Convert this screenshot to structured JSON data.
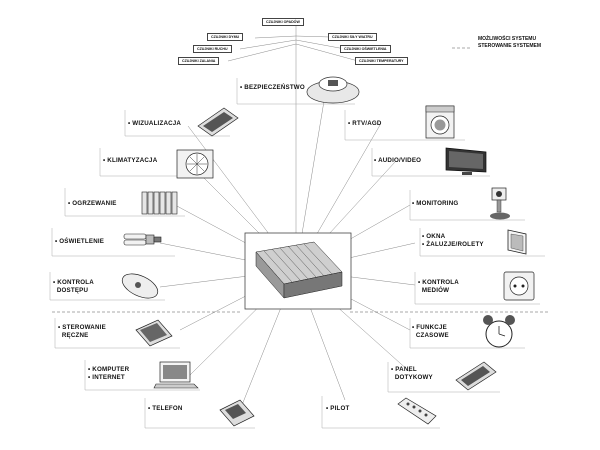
{
  "sensors": {
    "s1": "CZUJNIKI OPADÓW",
    "s2": "CZUJNIKI DYMU",
    "s3": "CZUJNIKI RUCHU",
    "s4": "CZUJNIKI ZALANIA",
    "s5": "CZUJNIKI SIŁY WIATRU",
    "s6": "CZUJNIKI OŚWIETLENIA",
    "s7": "CZUJNIKI TEMPERATURY"
  },
  "legend": {
    "line1": "MOŻLIWOŚCI SYSTEMU",
    "line2": "STEROWANIE SYSTEMEM"
  },
  "nodes": {
    "bezpieczenstwo": "BEZPIECZEŃSTWO",
    "wizualizacja": "WIZUALIZACJA",
    "klimatyzacja": "KLIMATYZACJA",
    "ogrzewanie": "OGRZEWANIE",
    "oswietlenie": "OŚWIETLENIE",
    "kontrola_dostepu_1": "KONTROLA",
    "kontrola_dostepu_2": "DOSTĘPU",
    "sterowanie_reczne_1": "STEROWANIE",
    "sterowanie_reczne_2": "RĘCZNE",
    "komputer": "KOMPUTER",
    "internet": "INTERNET",
    "telefon": "TELEFON",
    "rtv_agd": "RTV/AGD",
    "audio_video": "AUDIO/VIDEO",
    "monitoring": "MONITORING",
    "okna_1": "OKNA",
    "okna_2": "ŻALUZJE/ROLETY",
    "kontrola_mediow_1": "KONTROLA",
    "kontrola_mediow_2": "MEDIÓW",
    "funkcje_1": "FUNKCJE",
    "funkcje_2": "CZASOWE",
    "panel_1": "PANEL",
    "panel_2": "DOTYKOWY",
    "pilot": "PILOT"
  }
}
